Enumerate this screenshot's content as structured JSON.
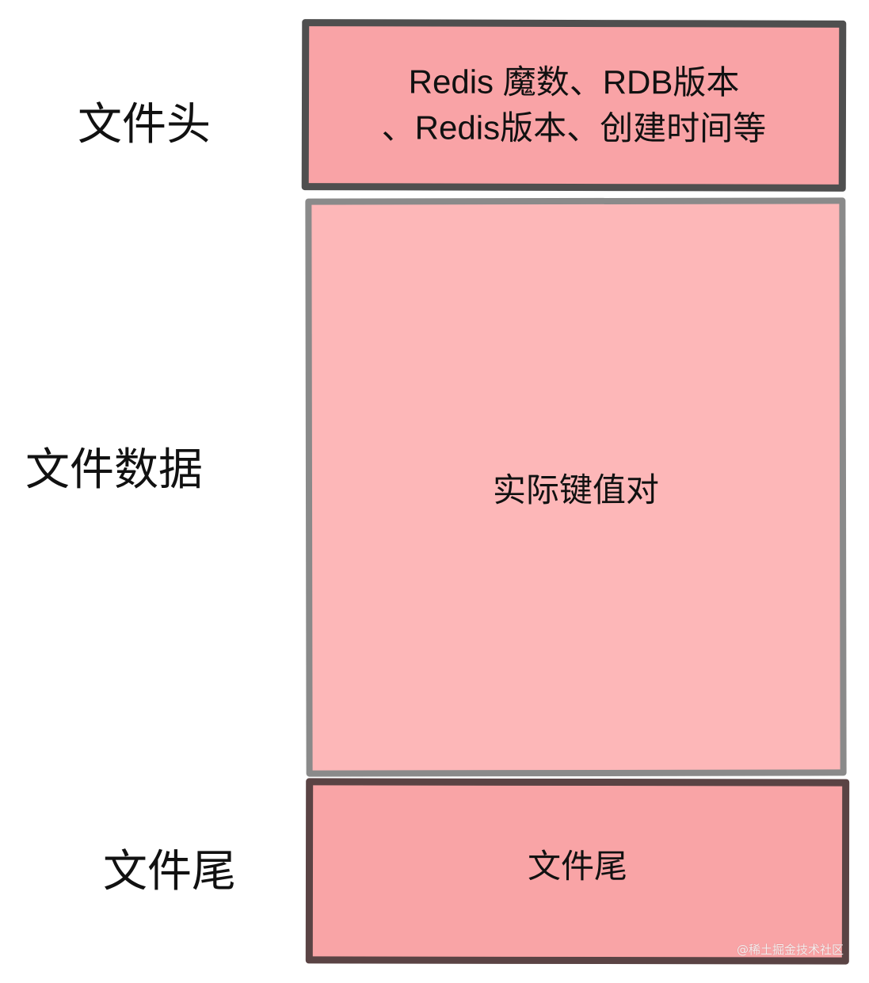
{
  "labels": {
    "header": "文件头",
    "data": "文件数据",
    "footer": "文件尾"
  },
  "blocks": {
    "header": {
      "line1": "Redis 魔数、RDB版本",
      "line2": "、Redis版本、创建时间等"
    },
    "data": {
      "text": "实际键值对"
    },
    "footer": {
      "text": "文件尾"
    }
  },
  "watermark": "@稀土掘金技术社区",
  "colors": {
    "header_fill": "#f9a3a6",
    "data_fill": "#fdb7b8",
    "footer_fill": "#f9a4a6",
    "border": "#555555"
  }
}
